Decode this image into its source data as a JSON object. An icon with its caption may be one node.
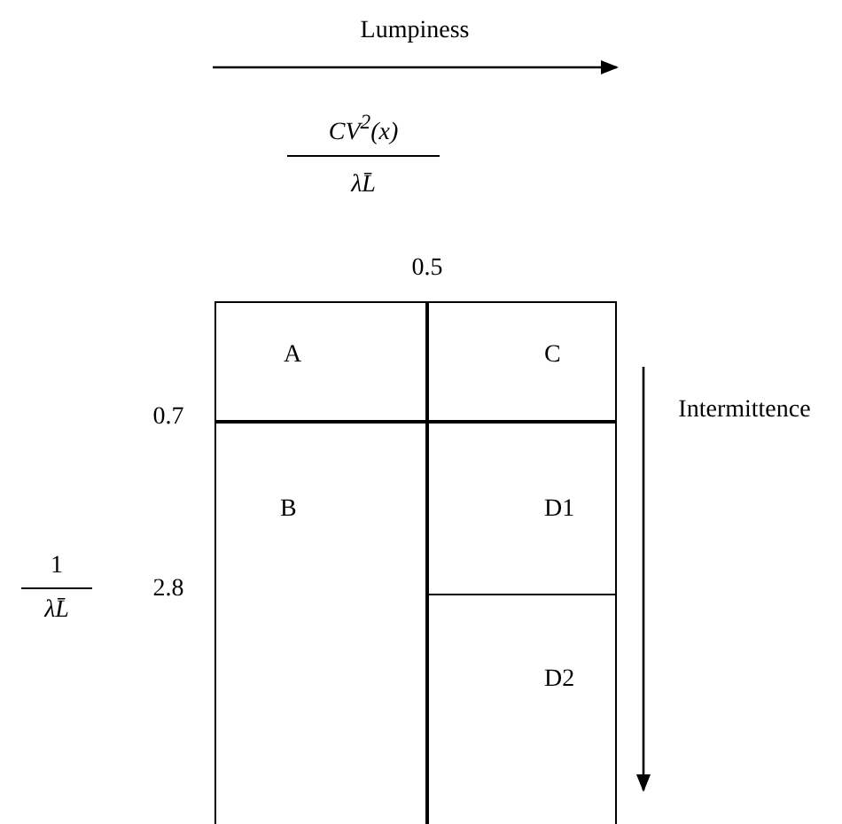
{
  "diagram": {
    "nodes": [
      {
        "text": [
          "A"
        ]
      },
      {
        "text": [
          "C"
        ]
      },
      {
        "text": [
          "B"
        ]
      },
      {
        "text": [
          "D1"
        ]
      },
      {
        "text": [
          "D2"
        ]
      }
    ],
    "labels": [
      "Lumpiness",
      "CV$^{2}$(x)",
      "λL̄",
      "0.5",
      "0.7",
      "Intermittence",
      "1",
      "λL̄",
      "2.8"
    ]
  }
}
